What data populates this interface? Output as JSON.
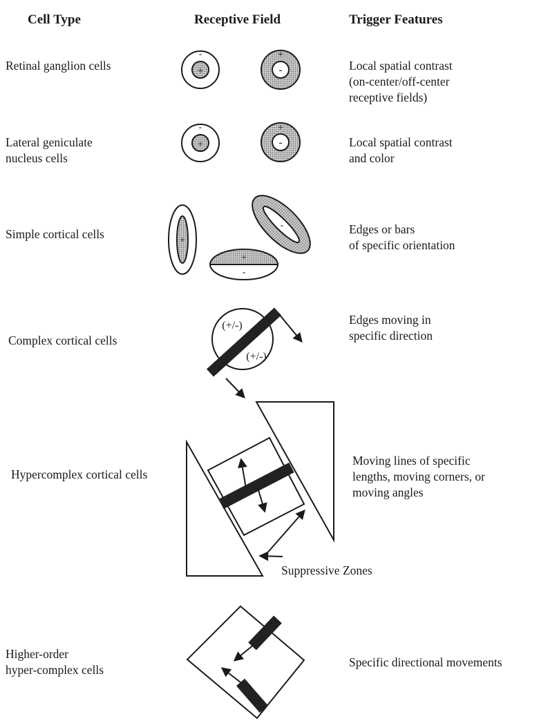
{
  "headers": {
    "cell_type": "Cell Type",
    "receptive_field": "Receptive Field",
    "trigger_features": "Trigger Features"
  },
  "rows": [
    {
      "cell": "Retinal ganglion cells",
      "trigger": "Local spatial contrast\n(on-center/off-center\n  receptive fields)"
    },
    {
      "cell": "Lateral geniculate\nnucleus cells",
      "trigger": "Local spatial contrast\nand color"
    },
    {
      "cell": "Simple cortical cells",
      "trigger": "Edges or bars\nof specific orientation"
    },
    {
      "cell": "Complex cortical cells",
      "trigger": "Edges moving in\nspecific direction"
    },
    {
      "cell": "Hypercomplex cortical cells",
      "trigger": "Moving lines of specific\nlengths, moving corners, or\nmoving angles"
    },
    {
      "cell": "Higher-order\nhyper-complex cells",
      "trigger": "Specific directional movements"
    }
  ],
  "symbols": {
    "plus": "+",
    "minus": "-",
    "plus_minus": "(+/-)"
  },
  "annotations": {
    "suppressive_zones": "Suppressive Zones"
  },
  "colors": {
    "ink": "#1a1a1a",
    "stipple_fill": "#bdbdbd",
    "bar_fill": "#222222"
  }
}
